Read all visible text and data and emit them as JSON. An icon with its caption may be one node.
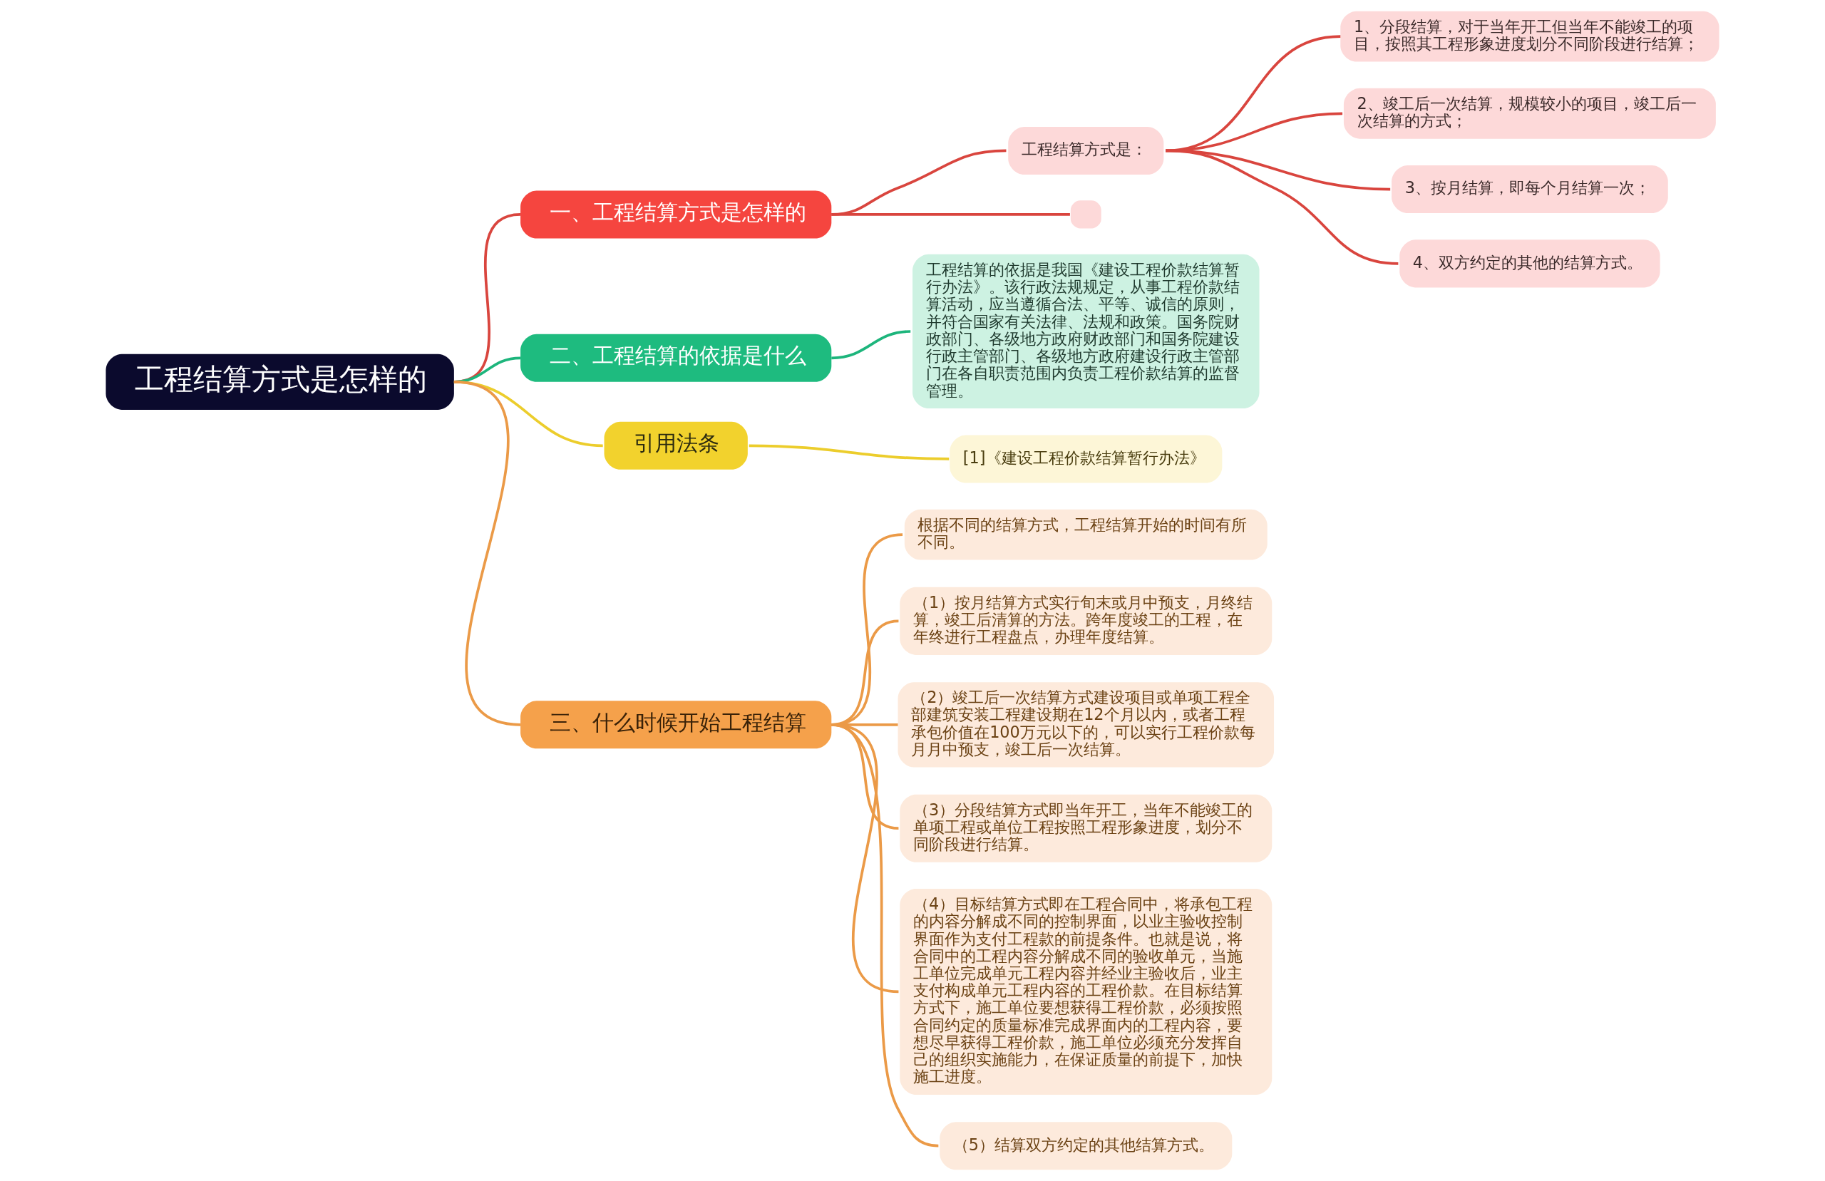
{
  "diagram": {
    "nodes": [
      {
        "text": [
          "工程结算方式是怎样的"
        ]
      },
      {
        "text": [
          "一、工程结算方式是怎样的"
        ]
      },
      {
        "text": [
          "工程结算方式是："
        ]
      },
      {
        "text": [
          "1、分段结算，对于当年开工但当年不能竣工的项目，按照其工程形象进度划分不同阶段进行结算；"
        ]
      },
      {
        "text": [
          "2、竣工后一次结算，规模较小的项目，竣工后一次结算的方式；"
        ]
      },
      {
        "text": [
          "3、按月结算，即每个月结算一次；"
        ]
      },
      {
        "text": [
          "4、双方约定的其他的结算方式。"
        ]
      },
      {
        "text": [],
        "shape": "box"
      },
      {
        "text": [
          "二、工程结算的依据是什么"
        ]
      },
      {
        "text": [
          "工程结算的依据是我国《建设工程价款结算暂行办法》。该行政法规规定，从事工程价款结算活动，应当遵循合法、平等、诚信的原则，并符合国家有关法律、法规和政策。国务院财政部门、各级地方政府财政部门和国务院建设行政主管部门、各级地方政府建设行政主管部门在各自职责范围内负责工程价款结算的监督管理。"
        ]
      },
      {
        "text": [
          "引用法条"
        ]
      },
      {
        "text": [
          "[1]《建设工程价款结算暂行办法》"
        ]
      },
      {
        "text": [
          "三、什么时候开始工程结算"
        ]
      },
      {
        "text": [
          "根据不同的结算方式，工程结算开始的时间有所不同。"
        ]
      },
      {
        "text": [
          "（1）按月结算方式实行旬末或月中预支，月终结算，竣工后清算的方法。跨年度竣工的工程，在年终进行工程盘点，办理年度结算。"
        ]
      },
      {
        "text": [
          "（2）竣工后一次结算方式建设项目或单项工程全部建筑安装工程建设期在12个月以内，或者工程承包价值在100万元以下的，可以实行工程价款每月月中预支，竣工后一次结算。"
        ]
      },
      {
        "text": [
          "（3）分段结算方式即当年开工，当年不能竣工的单项工程或单位工程按照工程形象进度，划分不同阶段进行结算。"
        ]
      },
      {
        "text": [
          "（4）目标结算方式即在工程合同中，将承包工程的内容分解成不同的控制界面，以业主验收控制界面作为支付工程款的前提条件。也就是说，将合同中的工程内容分解成不同的验收单元，当施工单位完成单元工程内容并经业主验收后，业主支付构成单元工程内容的工程价款。在目标结算方式下，施工单位要想获得工程价款，必须按照合同约定的质量标准完成界面内的工程内容，要想尽早获得工程价款，施工单位必须充分发挥自己的组织实施能力，在保证质量的前提下，加快施工进度。"
        ]
      },
      {
        "text": [
          "（5）结算双方约定的其他结算方式。"
        ]
      }
    ],
    "edges": [
      {
        "from": 0,
        "to": 1,
        "arrow": "none",
        "color": "#d9453e"
      },
      {
        "from": 1,
        "to": 2,
        "arrow": "none",
        "color": "#d9453e"
      },
      {
        "from": 2,
        "to": 3,
        "arrow": "none",
        "color": "#d9453e"
      },
      {
        "from": 2,
        "to": 4,
        "arrow": "none",
        "color": "#d9453e"
      },
      {
        "from": 2,
        "to": 5,
        "arrow": "none",
        "color": "#d9453e"
      },
      {
        "from": 2,
        "to": 6,
        "arrow": "none",
        "color": "#d9453e"
      },
      {
        "from": 1,
        "to": 7,
        "arrow": "none",
        "color": "#d9453e"
      },
      {
        "from": 0,
        "to": 8,
        "arrow": "none",
        "color": "#1db57c"
      },
      {
        "from": 8,
        "to": 9,
        "arrow": "none",
        "color": "#1db57c"
      },
      {
        "from": 0,
        "to": 10,
        "arrow": "none",
        "color": "#eccd2c"
      },
      {
        "from": 10,
        "to": 11,
        "arrow": "none",
        "color": "#eccd2c"
      },
      {
        "from": 0,
        "to": 12,
        "arrow": "none",
        "color": "#eb9a47"
      },
      {
        "from": 12,
        "to": 13,
        "arrow": "none",
        "color": "#eb9a47"
      },
      {
        "from": 12,
        "to": 14,
        "arrow": "none",
        "color": "#eb9a47"
      },
      {
        "from": 12,
        "to": 15,
        "arrow": "none",
        "color": "#eb9a47"
      },
      {
        "from": 12,
        "to": 16,
        "arrow": "none",
        "color": "#eb9a47"
      },
      {
        "from": 12,
        "to": 17,
        "arrow": "none",
        "color": "#eb9a47"
      },
      {
        "from": 12,
        "to": 18,
        "arrow": "none",
        "color": "#eb9a47"
      }
    ]
  }
}
